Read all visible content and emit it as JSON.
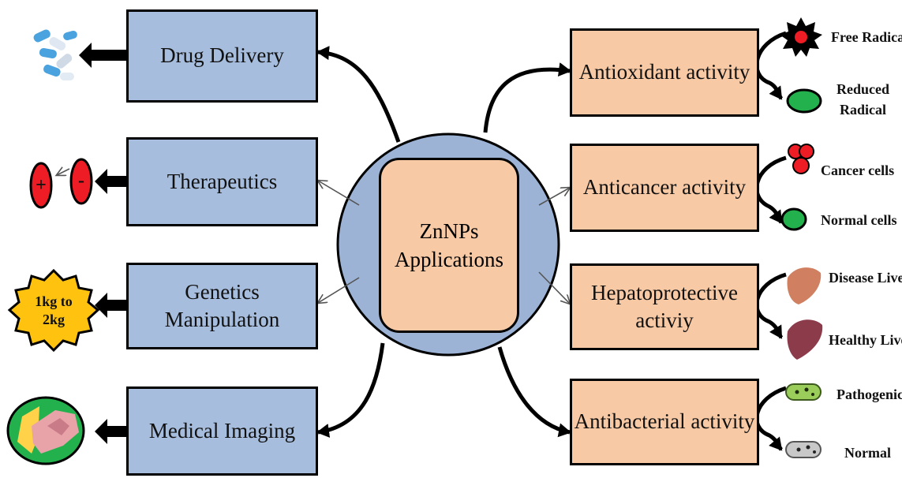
{
  "center": {
    "line1": "ZnNPs",
    "line2": "Applications"
  },
  "left_boxes": {
    "drug_delivery": "Drug Delivery",
    "therapeutics": "Therapeutics",
    "genetics": "Genetics Manipulation",
    "imaging": "Medical Imaging"
  },
  "right_boxes": {
    "antioxidant": "Antioxidant activity",
    "anticancer": "Anticancer activity",
    "hepato_line1": "Hepatoprotective",
    "hepato_line2": "activiy",
    "antibacterial": "Antibacterial activity"
  },
  "right_labels": {
    "free_radical": "Free Radical",
    "reduced_line1": "Reduced",
    "reduced_line2": "Radical",
    "cancer_cells": "Cancer cells",
    "normal_cells": "Normal cells",
    "disease_liver": "Disease Liver",
    "healthy_liver": "Healthy Liver",
    "pathogenic": "Pathogenic",
    "normal": "Normal"
  },
  "left_icons": {
    "plus": "+",
    "minus": "-",
    "weight_line1": "1kg to",
    "weight_line2": "2kg"
  },
  "colors": {
    "blue_box": "#a6bddd",
    "peach_box": "#f8c9a5",
    "circle": "#9cb3d6",
    "red": "#ee1c24",
    "green": "#22b14c",
    "gold": "#ffc20e"
  }
}
